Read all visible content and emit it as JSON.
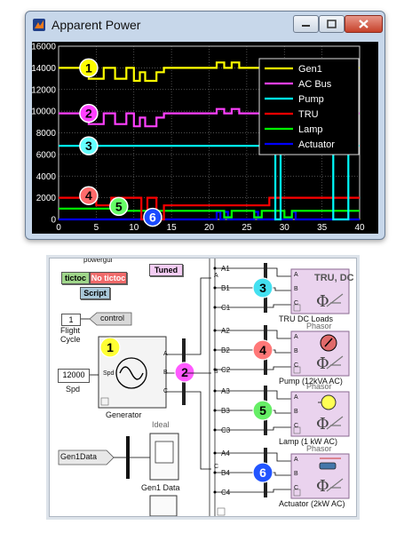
{
  "window": {
    "title": "Apparent Power",
    "colors": {
      "frame": "#c7d7ea",
      "plot_bg": "#000000",
      "axis_text": "#ffffff"
    }
  },
  "chart_data": {
    "type": "line",
    "xlim": [
      0,
      40
    ],
    "ylim": [
      0,
      16000
    ],
    "xticks": [
      0,
      5,
      10,
      15,
      20,
      25,
      30,
      35,
      40
    ],
    "yticks": [
      0,
      2000,
      4000,
      6000,
      8000,
      10000,
      12000,
      14000,
      16000
    ],
    "grid": true,
    "legend_position": "top-right",
    "series": [
      {
        "name": "Gen1",
        "color": "#ffff00",
        "x": [
          0,
          4,
          4,
          6,
          6,
          7.5,
          7.5,
          9,
          9,
          10,
          10,
          10.8,
          10.8,
          11.5,
          11.5,
          13,
          13,
          14,
          14,
          21,
          21,
          22,
          22,
          23,
          23,
          24,
          24,
          25,
          25,
          28,
          28,
          28.5,
          28.5,
          29,
          29,
          31,
          31,
          40
        ],
        "y": [
          14000,
          14000,
          13000,
          13000,
          14000,
          14000,
          13000,
          13000,
          14000,
          14000,
          12800,
          12800,
          13600,
          13600,
          12800,
          12800,
          13600,
          13600,
          14000,
          14000,
          14500,
          14500,
          14000,
          14000,
          14500,
          14500,
          14000,
          14000,
          14000,
          14000,
          13200,
          13200,
          14000,
          14000,
          14000,
          14000,
          14000,
          14000
        ]
      },
      {
        "name": "AC Bus",
        "color": "#ff40ff",
        "x": [
          0,
          4,
          4,
          6,
          6,
          7.5,
          7.5,
          9,
          9,
          10,
          10,
          10.8,
          10.8,
          11.5,
          11.5,
          13,
          13,
          14,
          14,
          21,
          21,
          22,
          22,
          23,
          23,
          24,
          24,
          25,
          25,
          40
        ],
        "y": [
          9800,
          9800,
          8800,
          8800,
          9800,
          9800,
          8800,
          8800,
          9800,
          9800,
          8600,
          8600,
          9400,
          9400,
          8600,
          8600,
          9400,
          9400,
          9800,
          9800,
          10200,
          10200,
          9800,
          9800,
          10200,
          10200,
          9800,
          9800,
          9800,
          9800
        ]
      },
      {
        "name": "Pump",
        "color": "#00ffff",
        "x": [
          0,
          28.8,
          28.8,
          29.5,
          29.5,
          36.5,
          36.5,
          38.5,
          38.5,
          40
        ],
        "y": [
          6800,
          6800,
          0,
          0,
          6800,
          6800,
          0,
          0,
          6800,
          6800
        ]
      },
      {
        "name": "TRU",
        "color": "#ff0000",
        "x": [
          0,
          5,
          5,
          7,
          7,
          11,
          11,
          11.8,
          11.8,
          13,
          13,
          14,
          14,
          28,
          28,
          40
        ],
        "y": [
          2000,
          2000,
          1300,
          1300,
          2000,
          2000,
          0,
          0,
          2000,
          2000,
          0,
          0,
          1300,
          1300,
          2000,
          2000
        ]
      },
      {
        "name": "Lamp",
        "color": "#00ff00",
        "x": [
          0,
          9,
          9,
          22,
          22,
          23,
          23,
          26,
          26,
          27,
          27,
          30,
          30,
          31,
          31,
          40
        ],
        "y": [
          1000,
          1000,
          800,
          800,
          200,
          200,
          800,
          800,
          200,
          200,
          800,
          800,
          200,
          200,
          800,
          800
        ]
      },
      {
        "name": "Actuator",
        "color": "#0000ff",
        "x": [
          0,
          21,
          21,
          21.5,
          21.5,
          22,
          22,
          22.5,
          22.5,
          26,
          26,
          26.5,
          26.5,
          27,
          27,
          31,
          31,
          31.5,
          31.5,
          32,
          32,
          40
        ],
        "y": [
          0,
          0,
          700,
          700,
          0,
          0,
          700,
          700,
          0,
          0,
          700,
          700,
          0,
          0,
          0,
          0,
          700,
          700,
          0,
          0,
          0,
          0
        ]
      }
    ],
    "annotations": [
      {
        "label": "1",
        "x": 4,
        "y": 14000,
        "color": "#ffff00"
      },
      {
        "label": "2",
        "x": 4,
        "y": 9800,
        "color": "#ff40ff"
      },
      {
        "label": "3",
        "x": 4,
        "y": 6800,
        "color": "#66ffff"
      },
      {
        "label": "4",
        "x": 4,
        "y": 2200,
        "color": "#ff6b6b"
      },
      {
        "label": "5",
        "x": 8,
        "y": 1200,
        "color": "#66ff66"
      },
      {
        "label": "6",
        "x": 12.5,
        "y": 200,
        "color": "#1a4bff"
      }
    ]
  },
  "diagram": {
    "top_text": "powergui",
    "tuned_label": "Tuned",
    "tictoc_label": "tictoc",
    "no_tictoc_label": "No tictoc",
    "script_label": "Script",
    "const_value": "1",
    "control_label": "control",
    "flight_cycle_label": "Flight\nCycle",
    "spd_value": "12000",
    "spd_label": "Spd",
    "generator_label": "Generator",
    "ideal_label": "Ideal",
    "gen1data_label": "Gen1Data",
    "gen1data_block_label": "Gen1 Data",
    "gen_ports": {
      "in": "Spd",
      "a": "A",
      "b": "B",
      "c": "C"
    },
    "bus_labels": [
      "A",
      "B",
      "C"
    ],
    "phasor_label": "Phasor",
    "loads": [
      {
        "title": "TRU, DC",
        "label": "TRU DC Loads",
        "phasor": false,
        "ports": [
          "A1",
          "B1",
          "C1"
        ],
        "badge": "3"
      },
      {
        "title": "",
        "label": "Pump (12kVA AC)",
        "phasor": true,
        "ports": [
          "A2",
          "B2",
          "C2"
        ],
        "badge": "4"
      },
      {
        "title": "",
        "label": "Lamp (1 kW AC)",
        "phasor": true,
        "ports": [
          "A3",
          "B3",
          "C3"
        ],
        "badge": "5"
      },
      {
        "title": "",
        "label": "Actuator (2kW AC)",
        "phasor": true,
        "ports": [
          "A4",
          "B4",
          "C4"
        ],
        "badge": "6"
      }
    ],
    "badges": {
      "gen": "1",
      "bus": "2"
    }
  }
}
